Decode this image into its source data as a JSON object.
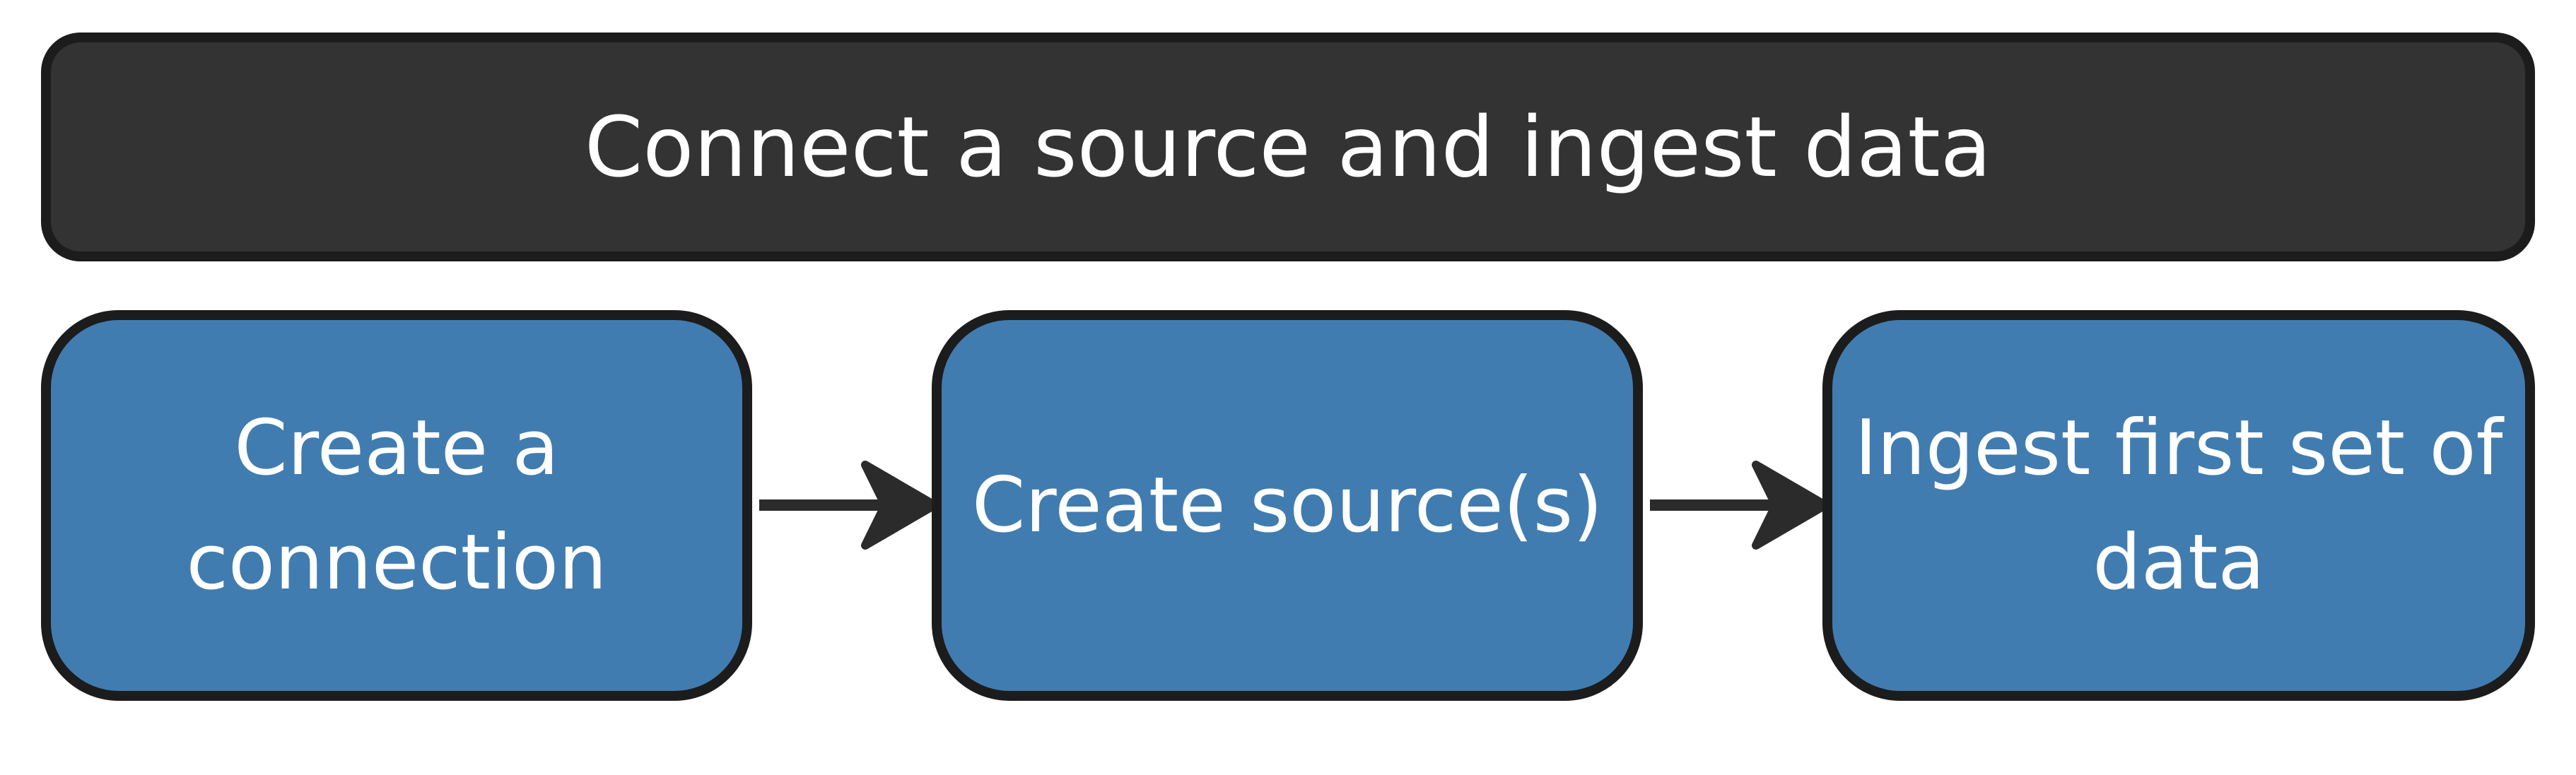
{
  "header": {
    "title": "Connect a source and ingest data"
  },
  "steps": [
    {
      "label": "Create a connection"
    },
    {
      "label": "Create source(s)"
    },
    {
      "label": "Ingest first set of data"
    }
  ],
  "colors": {
    "header_fill": "#333333",
    "step_fill": "#417cb0",
    "outline": "#1c1c1c",
    "text": "#ffffff"
  }
}
